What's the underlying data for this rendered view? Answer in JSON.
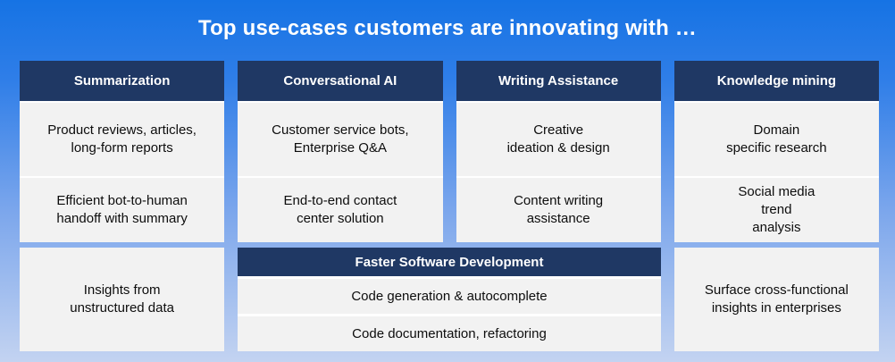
{
  "title": "Top use-cases customers are innovating with …",
  "colors": {
    "header_bg": "#1f3864",
    "cell_bg": "#f2f2f2",
    "background_top": "#1673e4",
    "background_bottom": "#c3d3f1",
    "title_text": "#ffffff"
  },
  "columns": [
    {
      "header": "Summarization",
      "cells": [
        "Product reviews, articles,\nlong-form reports",
        "Efficient bot-to-human\nhandoff with summary",
        "Insights from\nunstructured data"
      ]
    },
    {
      "header": "Conversational AI",
      "cells": [
        "Customer service bots,\nEnterprise Q&A",
        "End-to-end contact\ncenter solution"
      ]
    },
    {
      "header": "Writing Assistance",
      "cells": [
        "Creative\nideation & design",
        "Content writing\nassistance"
      ]
    },
    {
      "header": "Knowledge mining",
      "cells": [
        "Domain\nspecific research",
        "Social media\ntrend\nanalysis",
        "Surface cross-functional\ninsights in enterprises"
      ]
    }
  ],
  "bottom_block": {
    "header": "Faster Software Development",
    "cells": [
      "Code generation & autocomplete",
      "Code documentation, refactoring"
    ]
  }
}
